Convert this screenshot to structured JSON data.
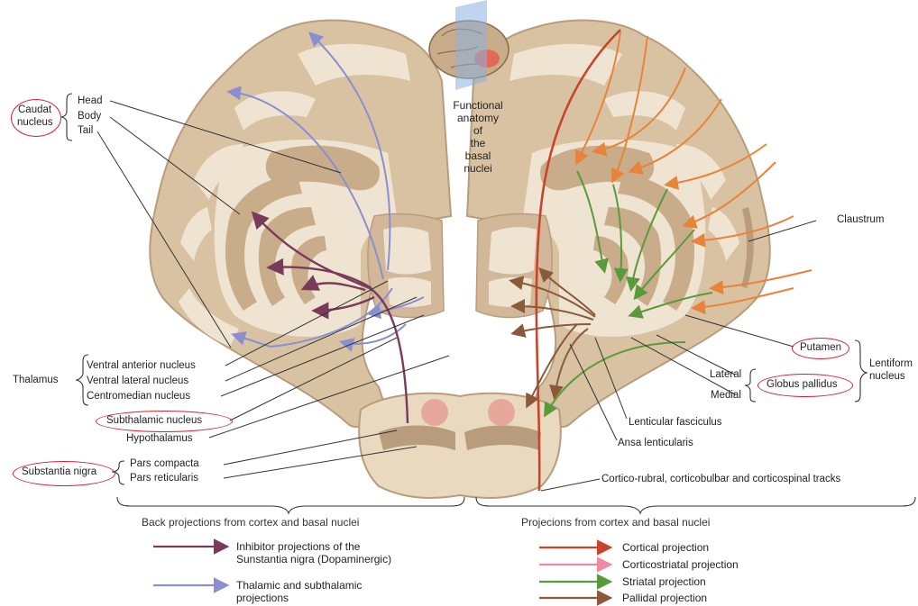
{
  "center_title": [
    "Functional",
    "anatomy",
    "of",
    "the",
    "basal",
    "nuclei"
  ],
  "left_labels": {
    "caudat_nucleus": [
      "Caudat",
      "nucleus"
    ],
    "head": "Head",
    "body": "Body",
    "tail": "Tail",
    "thalamus": "Thalamus",
    "ventral_anterior": "Ventral anterior nucleus",
    "ventral_lateral": "Ventral lateral nucleus",
    "centromedian": "Centromedian nucleus",
    "subthalamic": "Subthalamic nucleus",
    "hypothalamus": "Hypothalamus",
    "substantia_nigra": "Substantia nigra",
    "pars_compacta": "Pars compacta",
    "pars_reticularis": "Pars reticularis"
  },
  "right_labels": {
    "claustrum": "Claustrum",
    "putamen": "Putamen",
    "lentiform": [
      "Lentiform",
      "nucleus"
    ],
    "lateral": "Lateral",
    "medial": "Medial",
    "globus_pallidus": "Globus pallidus",
    "lenticular_fasciculus": "Lenticular fasciculus",
    "ansa_lenticularis": "Ansa lenticularis",
    "cortico_tracts": "Cortico-rubral, corticobulbar and corticospinal tracks"
  },
  "captions": {
    "left": "Back projections from cortex and basal nuclei",
    "right": "Projecions from cortex and basal nuclei"
  },
  "legend_left": [
    {
      "text": [
        "Inhibitor projections of the",
        "Sunstantia nigra (Dopaminergic)"
      ],
      "color": "#7a3a5c"
    },
    {
      "text": [
        "Thalamic and subthalamic",
        "projections"
      ],
      "color": "#8a8fd0"
    }
  ],
  "legend_right": [
    {
      "text": "Cortical projection",
      "color": "#c8442c"
    },
    {
      "text": "Corticostriatal projection",
      "color": "#f08aa0"
    },
    {
      "text": "Striatal projection",
      "color": "#5a9a3a"
    },
    {
      "text": "Pallidal projection",
      "color": "#8a5a3a"
    }
  ],
  "colors": {
    "tissue": "#d9c2a2",
    "tissue_dark": "#b89c7c",
    "tissue_light": "#efe4d2",
    "highlight": "#d42030"
  }
}
